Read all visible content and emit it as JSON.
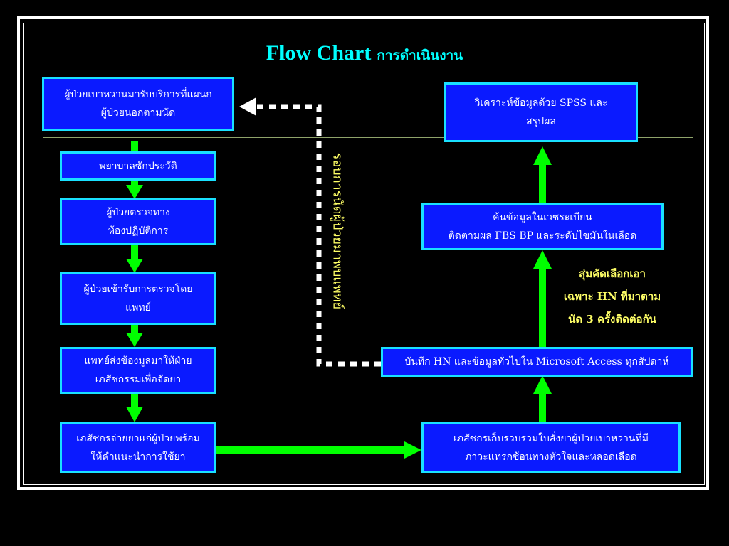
{
  "title": {
    "main": "Flow  Chart",
    "sub": "การดำเนินงาน"
  },
  "colors": {
    "box_fill": "#0a1aff",
    "box_border": "#19e0ff",
    "arrow": "#00ff00",
    "note": "#ffff66",
    "title": "#00ffff"
  },
  "boxes": {
    "b1": "ผู้ป่วยเบาหวานมารับบริการที่แผนก\nผู้ป่วยนอกตามนัด",
    "b2": "พยาบาลซักประวัติ",
    "b3": "ผู้ป่วยตรวจทาง\nห้องปฏิบัติการ",
    "b4": "ผู้ป่วยเข้ารับการตรวจโดย\nแพทย์",
    "b5": "แพทย์ส่งข้องมูลมาให้ฝ่าย\nเภสัชกรรมเพื่อจัดยา",
    "b6": "เภสัชกรจ่ายยาแก่ผู้ป่วยพร้อม\nให้คำแนะนำการใช้ยา",
    "b7": "เภสัชกรเก็บรวบรวมใบสั่งยาผู้ป่วยเบาหวานที่มี\nภาวะแทรกซ้อนทางหัวใจและหลอดเลือด",
    "b8": "บันทึก HN และข้อมูลทั่วไปใน Microsoft Access ทุกสัปดาห์",
    "b9": "ค้นข้อมูลในเวชระเบียน\nติดตามผล FBS BP และระดับไขมันในเลือด",
    "b10": "วิเคราะห์ข้อมูลด้วย SPSS และ\nสรุปผล"
  },
  "note": "สุ่มคัดเลือกเอา\nเฉพาะ HN ที่มาตาม\nนัด 3 ครั้งติดต่อกัน",
  "vertical_label": "รอบการนัดผู้ป่วยมาพบแพทย์"
}
